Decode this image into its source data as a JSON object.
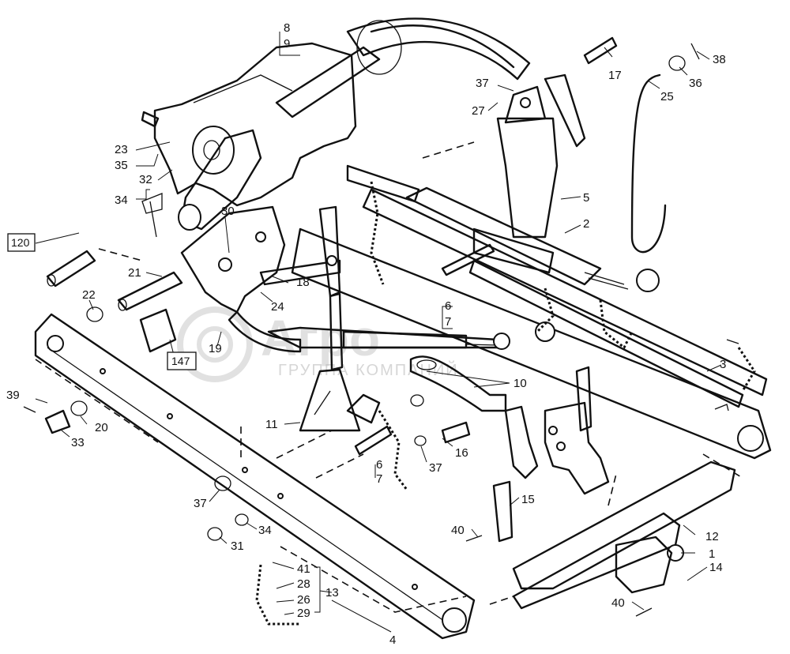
{
  "labels": {
    "l8": "8",
    "l9": "9",
    "l17": "17",
    "l38": "38",
    "l36": "36",
    "l25": "25",
    "l37a": "37",
    "l27": "27",
    "l23": "23",
    "l35": "35",
    "l32": "32",
    "l34a": "34",
    "l5": "5",
    "l2": "2",
    "l30": "30",
    "l21": "21",
    "l18": "18",
    "l24": "24",
    "l22": "22",
    "l19": "19",
    "l6a": "6",
    "l7a": "7",
    "l3": "3",
    "l10": "10",
    "l39": "39",
    "l20": "20",
    "l33": "33",
    "l11": "11",
    "l16": "16",
    "l37b": "37",
    "l6b": "6",
    "l7b": "7",
    "l15": "15",
    "l37c": "37",
    "l34b": "34",
    "l31": "31",
    "l40a": "40",
    "l12": "12",
    "l1": "1",
    "l14": "14",
    "l41": "41",
    "l28": "28",
    "l13": "13",
    "l26": "26",
    "l29": "29",
    "l4": "4",
    "l40b": "40"
  },
  "boxed_labels": {
    "b120": "120",
    "b147": "147"
  },
  "watermark": {
    "main": "Агро",
    "sub": "ГРУППА КОМПАНИЙ"
  }
}
